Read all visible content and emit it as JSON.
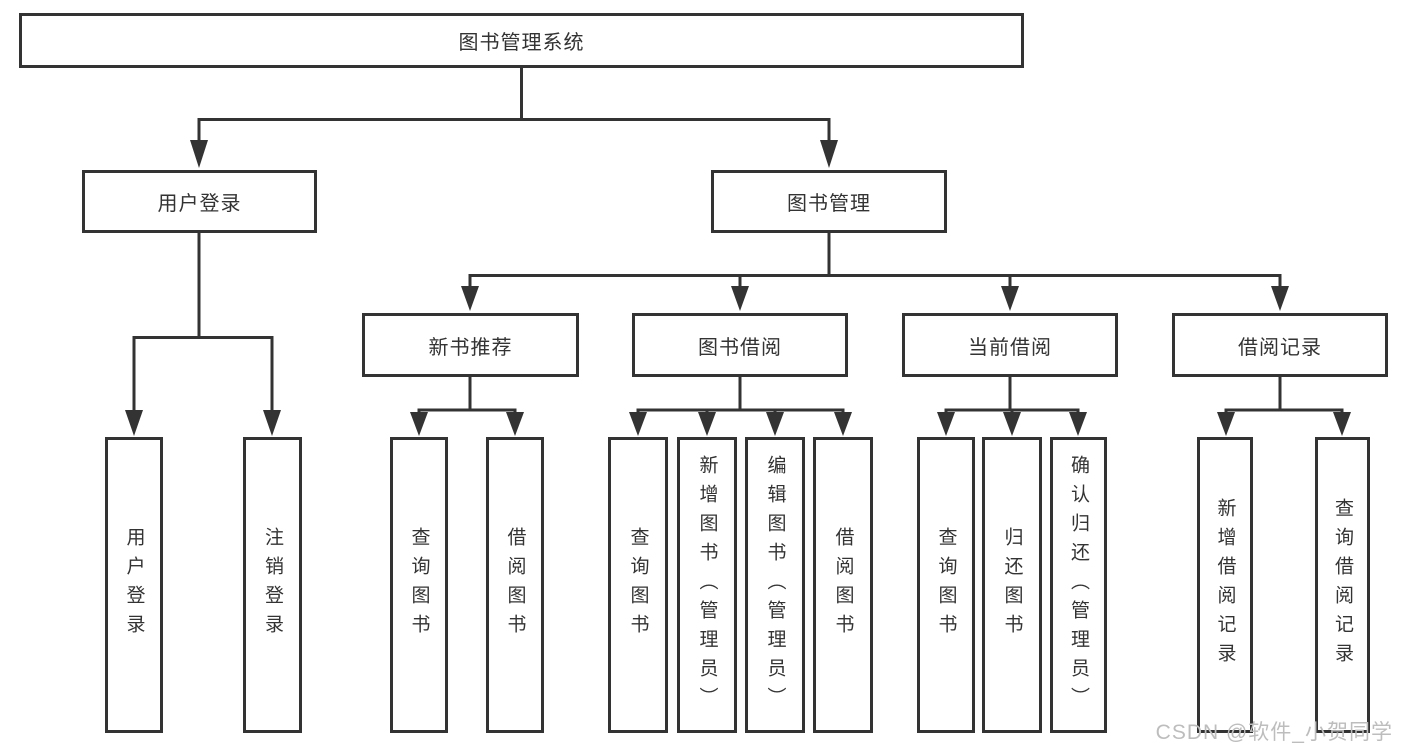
{
  "diagram": {
    "type": "hierarchy-tree",
    "colors": {
      "line": "#333333",
      "text": "#333333",
      "background": "#ffffff",
      "watermark": "#bdbdbd"
    },
    "tree": {
      "label": "图书管理系统",
      "children": [
        {
          "label": "用户登录",
          "children": [
            {
              "label": "用户登录"
            },
            {
              "label": "注销登录"
            }
          ]
        },
        {
          "label": "图书管理",
          "children": [
            {
              "label": "新书推荐",
              "children": [
                {
                  "label": "查询图书"
                },
                {
                  "label": "借阅图书"
                }
              ]
            },
            {
              "label": "图书借阅",
              "children": [
                {
                  "label": "查询图书"
                },
                {
                  "label": "新增图书（管理员）"
                },
                {
                  "label": "编辑图书（管理员）"
                },
                {
                  "label": "借阅图书"
                }
              ]
            },
            {
              "label": "当前借阅",
              "children": [
                {
                  "label": "查询图书"
                },
                {
                  "label": "归还图书"
                },
                {
                  "label": "确认归还（管理员）"
                }
              ]
            },
            {
              "label": "借阅记录",
              "children": [
                {
                  "label": "新增借阅记录"
                },
                {
                  "label": "查询借阅记录"
                }
              ]
            }
          ]
        }
      ]
    }
  },
  "watermark": {
    "text": "CSDN @软件_小贺同学"
  }
}
